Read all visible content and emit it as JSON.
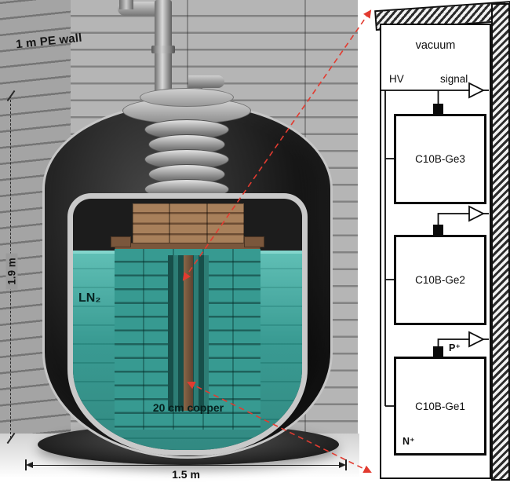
{
  "illustration": {
    "pe_wall_label": "1 m PE wall",
    "height_label": "1.9 m",
    "width_label": "1.5 m",
    "ln2_label": "LN₂",
    "copper_label": "20 cm copper"
  },
  "schematic": {
    "vacuum_label": "vacuum",
    "hv_label": "HV",
    "signal_label": "signal",
    "detectors": [
      {
        "label": "C10B-Ge3"
      },
      {
        "label": "C10B-Ge2"
      },
      {
        "label": "C10B-Ge1"
      }
    ],
    "p_contact_label": "P⁺",
    "n_contact_label": "N⁺"
  },
  "colors": {
    "ln2_teal": "#3fa8a0",
    "vessel_dark": "#161616",
    "copper_brown": "#8d6748",
    "wall_gray": "#a9a9a9",
    "zoom_red": "#e23b30",
    "schematic_line": "#0d0d0d"
  }
}
